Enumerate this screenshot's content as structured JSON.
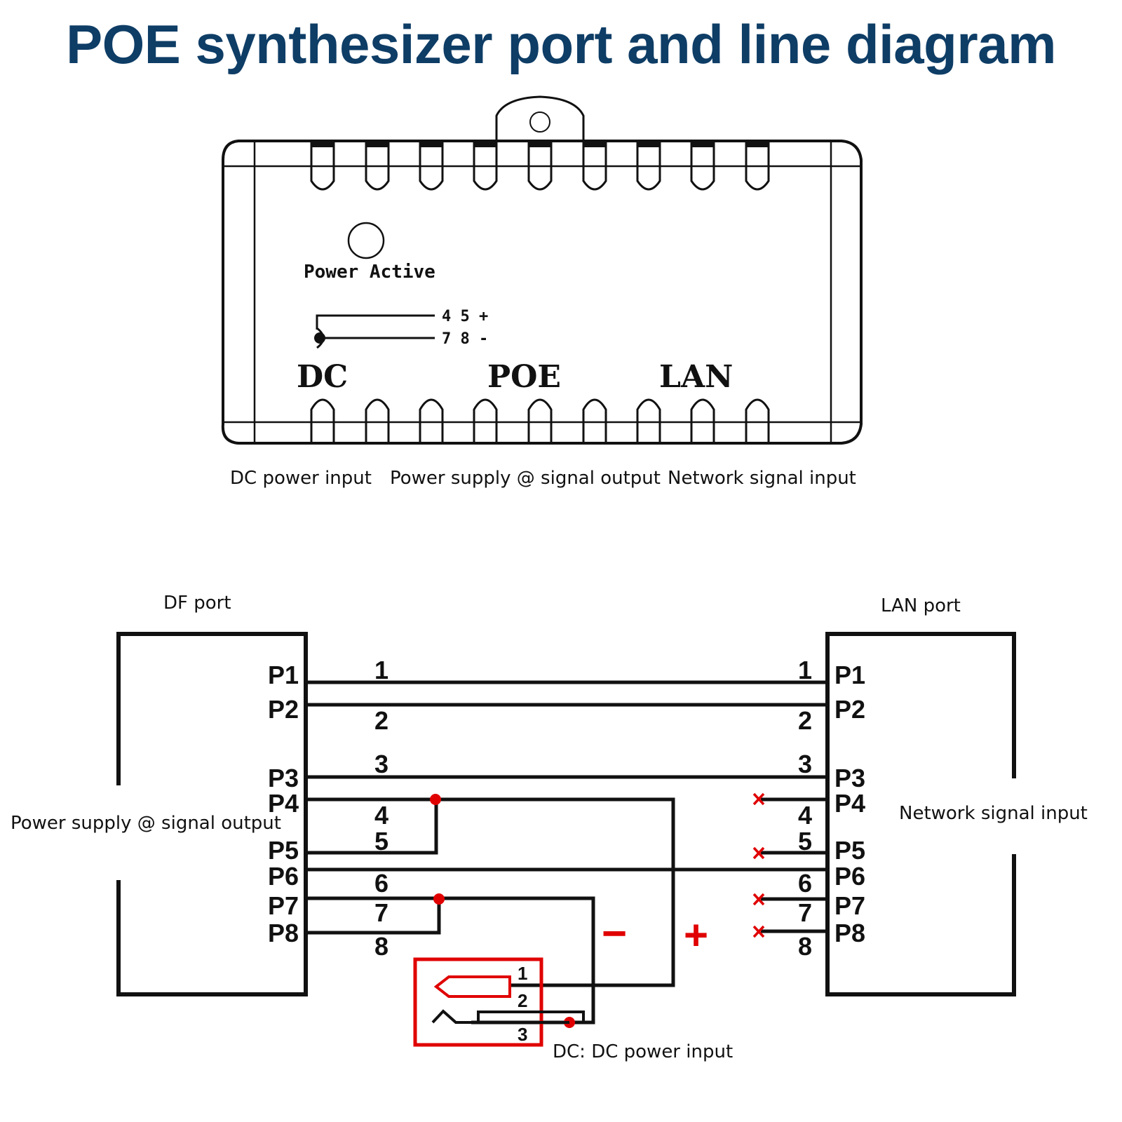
{
  "title": "POE synthesizer port and line diagram",
  "device": {
    "indicator_label": "Power Active",
    "dc_legend": {
      "positive": "4 5 +",
      "negative": "7 8 -"
    },
    "port_labels": [
      "DC",
      "POE",
      "LAN"
    ],
    "captions": [
      "DC power input",
      "Power supply @ signal output",
      "Network signal input"
    ]
  },
  "wiring": {
    "left_port_title": "DF port",
    "right_port_title": "LAN port",
    "left_port_caption": "Power supply @ signal output",
    "right_port_caption": "Network signal input",
    "left_pins": [
      "P1",
      "P2",
      "P3",
      "P4",
      "P5",
      "P6",
      "P7",
      "P8"
    ],
    "right_pins": [
      "P1",
      "P2",
      "P3",
      "P4",
      "P5",
      "P6",
      "P7",
      "P8"
    ],
    "wire_numbers": [
      "1",
      "2",
      "3",
      "4",
      "5",
      "6",
      "7",
      "8"
    ],
    "polarity": {
      "negative": "−",
      "positive": "+"
    },
    "dc_jack_pins": [
      "1",
      "2",
      "3"
    ],
    "dc_jack_caption": "DC: DC power input",
    "colors": {
      "title": "#0e3d66",
      "accent": "#e00000",
      "line": "#111111"
    }
  }
}
